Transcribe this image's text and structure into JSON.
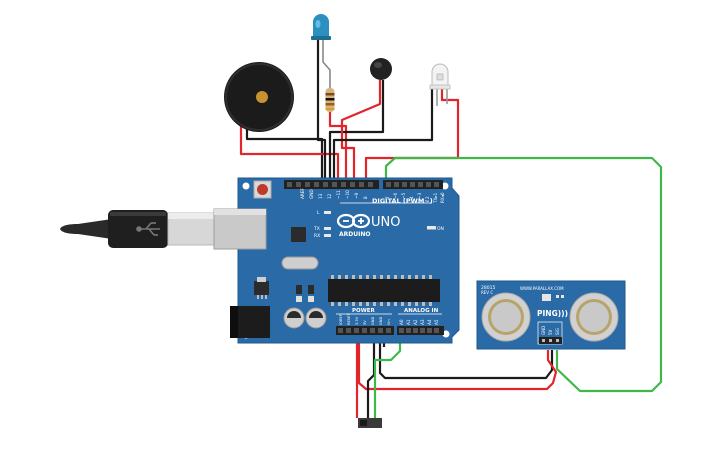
{
  "board": {
    "name": "UNO",
    "brand": "ARDUINO",
    "header_digital": "DIGITAL (PWM~)",
    "header_power": "POWER",
    "header_analog": "ANALOG IN",
    "on_label": "ON",
    "l_label": "L",
    "tx_label": "TX",
    "rx_label": "RX",
    "digital_pins": [
      "AREF",
      "GND",
      "13",
      "12",
      "~11",
      "~10",
      "~9",
      "8",
      "7",
      "~6",
      "~5",
      "4",
      "~3",
      "2",
      "TX▸1",
      "RX◂0"
    ],
    "power_pins": [
      "IOREF",
      "RESET",
      "3.3V",
      "5V",
      "GND",
      "GND",
      "Vin"
    ],
    "analog_pins": [
      "A0",
      "A1",
      "A2",
      "A3",
      "A4",
      "A5"
    ],
    "color": "#2a6aa6"
  },
  "sensor": {
    "part": "28015",
    "rev": "REV C",
    "site": "WWW.PARALLAX.COM",
    "name": "PING)))",
    "pins": [
      "GND",
      "5V",
      "SIG"
    ],
    "color": "#2a6aa6"
  },
  "wires": {
    "red": "#e0262a",
    "black": "#1a1a1a",
    "green": "#3fb84a"
  },
  "components": {
    "buzzer": "buzzer",
    "led": "blue-led",
    "resistor": "resistor",
    "vibration_motor": "vibration-motor",
    "rgb_led": "rgb-led",
    "slide_switch": "slide-switch",
    "usb_cable": "usb-cable"
  }
}
